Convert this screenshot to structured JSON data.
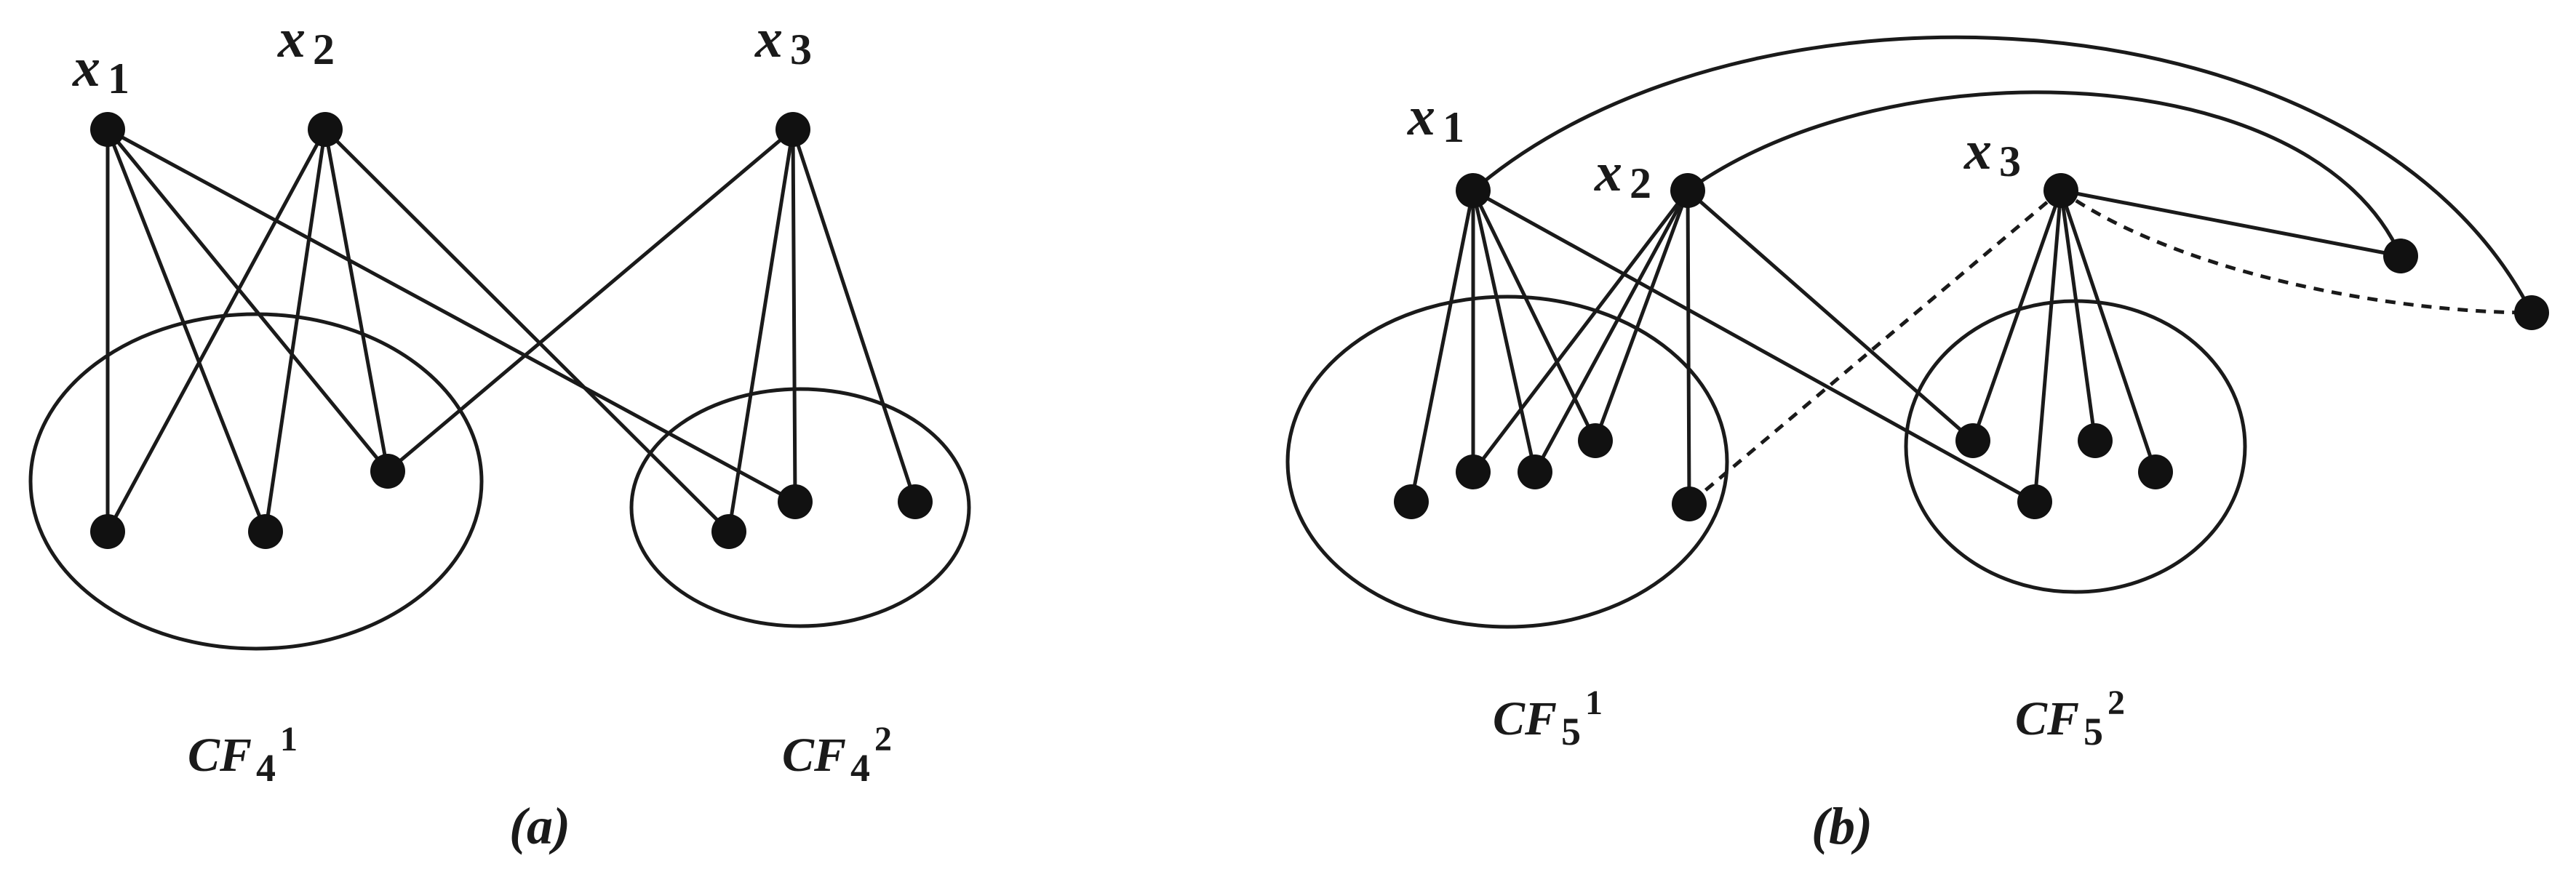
{
  "panel_a": {
    "caption": "(a)",
    "vertex_labels": {
      "x1": "x",
      "x1_sub": "1",
      "x2": "x",
      "x2_sub": "2",
      "x3": "x",
      "x3_sub": "3"
    },
    "cluster_labels": {
      "left": "CF",
      "left_sub": "4",
      "left_sup": "1",
      "right": "CF",
      "right_sub": "4",
      "right_sup": "2"
    }
  },
  "panel_b": {
    "caption": "(b)",
    "vertex_labels": {
      "x1": "x",
      "x1_sub": "1",
      "x2": "x",
      "x2_sub": "2",
      "x3": "x",
      "x3_sub": "3"
    },
    "cluster_labels": {
      "left": "CF",
      "left_sub": "5",
      "left_sup": "1",
      "right": "CF",
      "right_sub": "5",
      "right_sup": "2"
    }
  },
  "colors": {
    "ink": "#1a1a1a",
    "background": "#ffffff"
  }
}
